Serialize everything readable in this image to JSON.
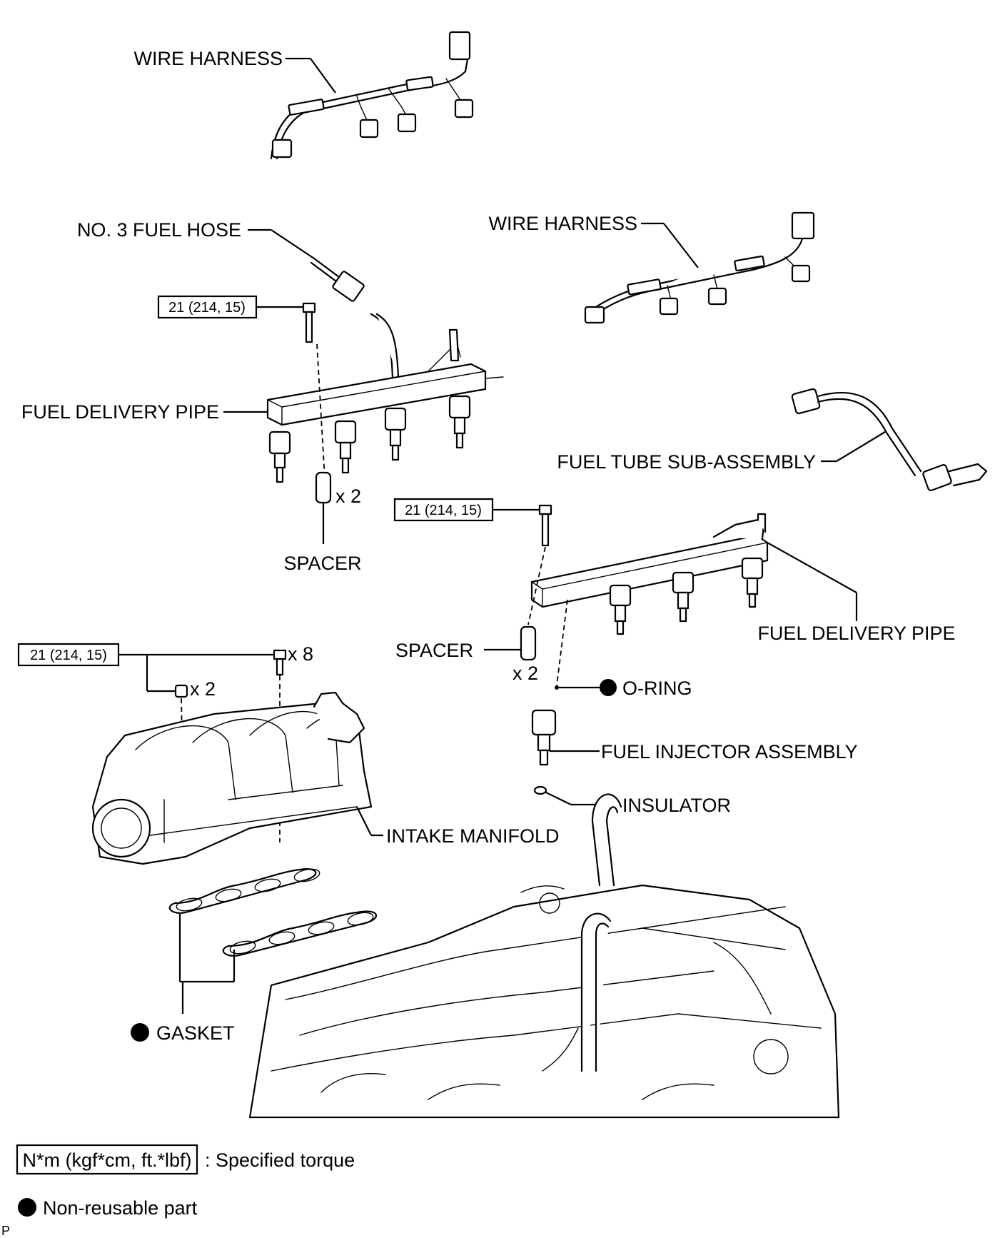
{
  "labels": {
    "wire_harness_top": "WIRE HARNESS",
    "no3_fuel_hose": "NO. 3 FUEL HOSE",
    "wire_harness_right": "WIRE HARNESS",
    "fuel_delivery_pipe_left": "FUEL DELIVERY PIPE",
    "fuel_tube_sub_assembly": "FUEL TUBE SUB-ASSEMBLY",
    "spacer_left": "SPACER",
    "spacer_right": "SPACER",
    "fuel_delivery_pipe_right": "FUEL DELIVERY PIPE",
    "o_ring": "O-RING",
    "fuel_injector_assembly": "FUEL INJECTOR ASSEMBLY",
    "insulator": "INSULATOR",
    "intake_manifold": "INTAKE MANIFOLD",
    "gasket": "GASKET"
  },
  "torques": {
    "left_pipe_bolt": "21 (214, 15)",
    "right_pipe_bolt": "21 (214, 15)",
    "manifold_bolts": "21 (214, 15)"
  },
  "quantities": {
    "spacer_left": "x 2",
    "spacer_right": "x 2",
    "manifold_bolts": "x 8",
    "manifold_nuts": "x 2"
  },
  "legend": {
    "torque_box": "N*m (kgf*cm, ft.*lbf)",
    "torque_text": ": Specified torque",
    "nonreusable_text": "Non-reusable part"
  },
  "corner_mark": "P"
}
